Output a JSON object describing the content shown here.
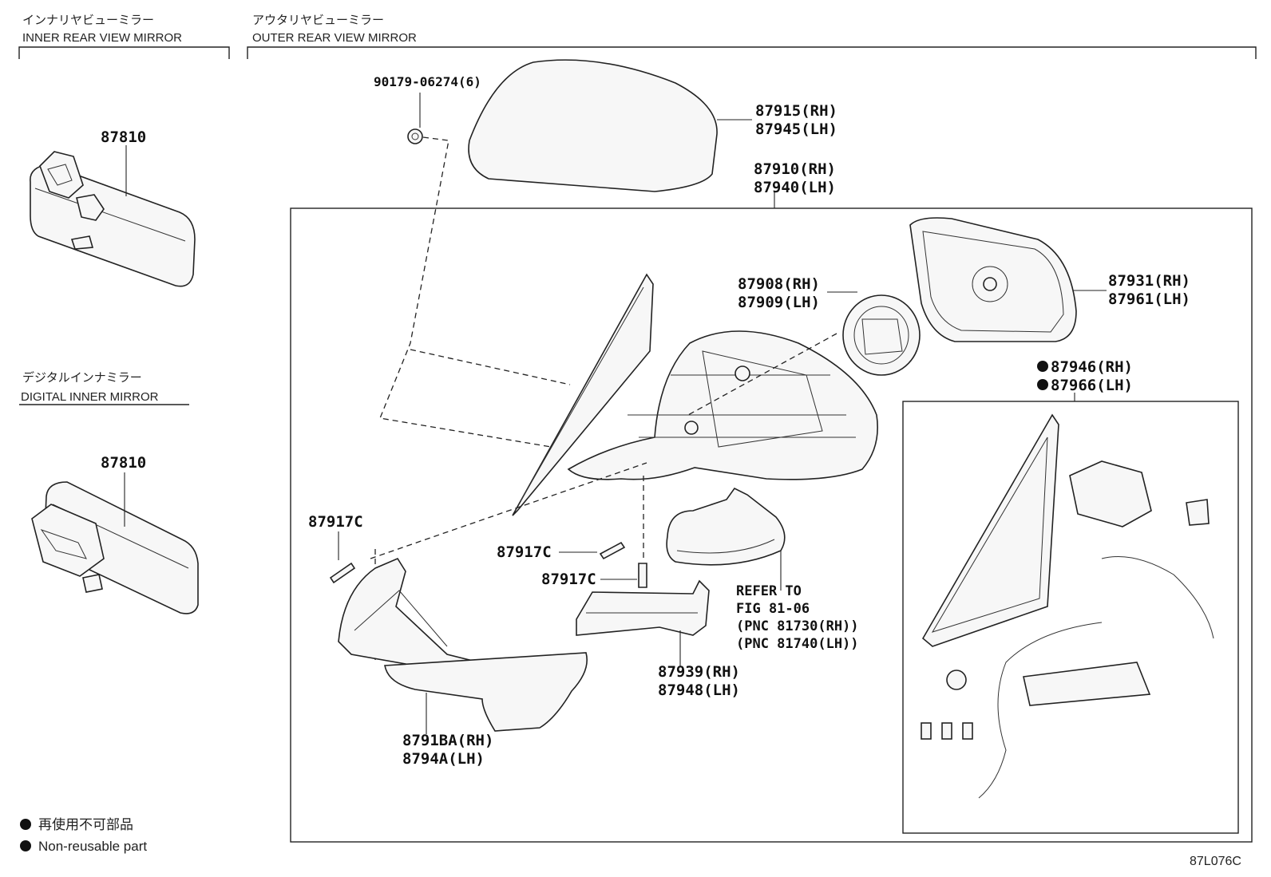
{
  "sections": {
    "inner": {
      "jp": "インナリヤビューミラー",
      "en": "INNER REAR VIEW MIRROR"
    },
    "outer": {
      "jp": "アウタリヤビューミラー",
      "en": "OUTER REAR VIEW MIRROR"
    },
    "digital": {
      "jp": "デジタルインナミラー",
      "en": "DIGITAL INNER MIRROR"
    }
  },
  "parts": {
    "p87810a": "87810",
    "p87810b": "87810",
    "p90179": "90179-06274(6)",
    "p87915": "87915(RH)",
    "p87945": "87945(LH)",
    "p87910": "87910(RH)",
    "p87940": "87940(LH)",
    "p87908": "87908(RH)",
    "p87909": "87909(LH)",
    "p87931": "87931(RH)",
    "p87961": "87961(LH)",
    "p87946": "87946(RH)",
    "p87966": "87966(LH)",
    "p87917c_a": "87917C",
    "p87917c_b": "87917C",
    "p87917c_c": "87917C",
    "p87939": "87939(RH)",
    "p87948": "87948(LH)",
    "p8791ba": "8791BA(RH)",
    "p8794a": "8794A(LH)"
  },
  "refer": {
    "line1": "REFER TO",
    "line2": "FIG 81-06",
    "line3": "(PNC 81730(RH))",
    "line4": "(PNC 81740(LH))"
  },
  "legend": {
    "jp": "再使用不可部品",
    "en": "Non-reusable part"
  },
  "figure_code": "87L076C"
}
